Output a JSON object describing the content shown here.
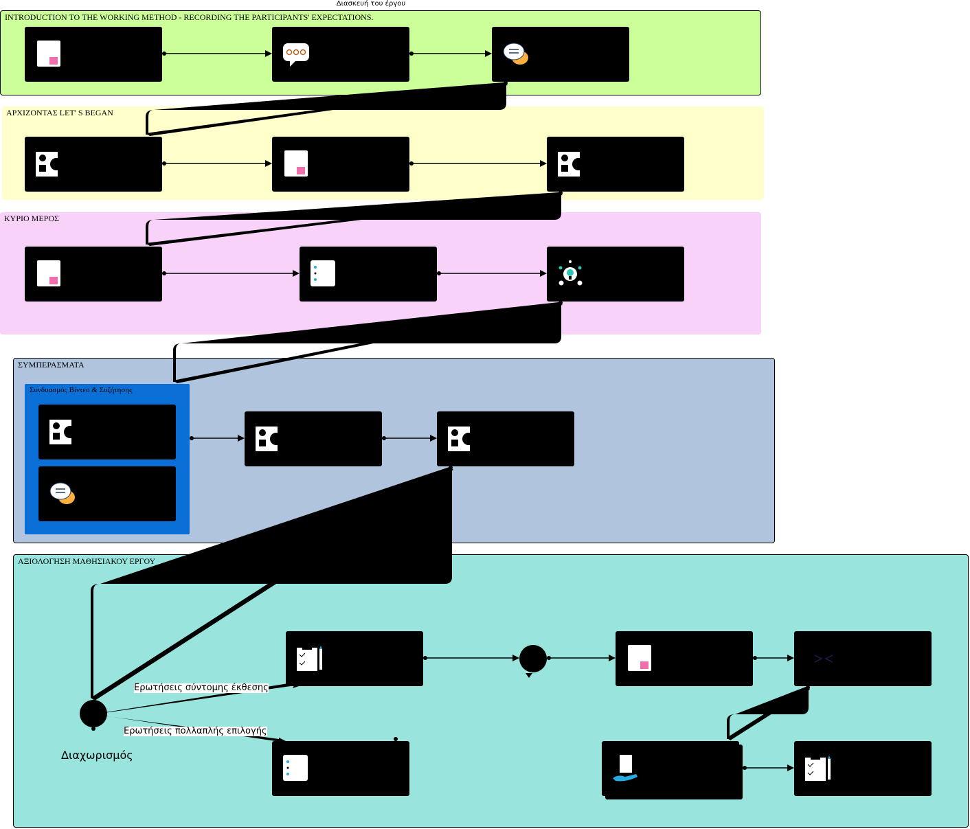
{
  "diagram_title": "Διασκευή του έργου",
  "lanes": {
    "intro": {
      "label": "INTRODUCTION TO THE WORKING METHOD - RECORDING THE PARTICIPANTS' EXPECTATIONS.",
      "color": "#ccff99"
    },
    "start": {
      "label": "ΑΡΧΙΖΟΝΤΑΣ LET' S BEGAN",
      "color": "#ffffcc"
    },
    "main": {
      "label": "ΚΥΡΙΟ ΜΕΡΟΣ",
      "color": "#f8d2f8"
    },
    "conclusions": {
      "label": "ΣΥΜΠΕΡΑΣΜΑΤΑ",
      "color": "#b0c4de"
    },
    "evaluation": {
      "label": "ΑΞΙΟΛΟΓΗΣΗ ΜΑΘΗΣΙΑΚΟΥ ΕΡΓΟΥ",
      "color": "#99e5de"
    }
  },
  "group": {
    "label": "Συνδυασμός Βίντεο & Συζήτησης",
    "color": "#0b6fd8"
  },
  "labels": {
    "short_answer": "Ερωτήσεις σύντομης έκθεσης",
    "multiple_choice": "Ερωτήσεις πολλαπλής επιλογής",
    "split": "Διαχωρισμός"
  },
  "icons": {
    "page": "page-icon",
    "chat": "chat-bubble-icon",
    "discussion": "discussion-icon",
    "shapes": "shapes-icon",
    "list": "list-icon",
    "idea": "lightbulb-network-icon",
    "checklist": "checklist-pencil-icon",
    "code": "code-icon",
    "hand_doc": "hand-document-icon"
  }
}
